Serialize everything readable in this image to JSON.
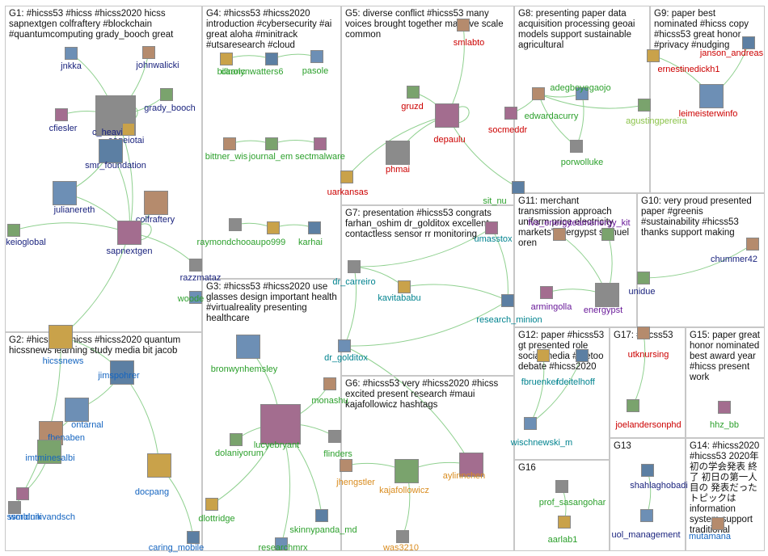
{
  "colors": {
    "green": "#2ca02c",
    "red": "#cc0000",
    "navy": "#1a237e",
    "blue": "#1565c0",
    "purple": "#6a1b9a",
    "olive": "#8bc34a",
    "orange": "#d98c1f",
    "teal": "#00838f",
    "edge": "#8fd08f"
  },
  "groups": [
    {
      "id": "G1",
      "title": "G1: #hicss53 #hicss #hicss2020 hicss sapnextgen colfraftery #blockchain #quantumcomputing grady_booch great"
    },
    {
      "id": "G2",
      "title": "G2: #hicss53 #hicss #hicss2020 quantum hicssnews learning study media bit jacob"
    },
    {
      "id": "G3",
      "title": "G3: #hicss53 #hicss2020 use glasses design important health #virtualreality presenting healthcare"
    },
    {
      "id": "G4",
      "title": "G4: #hicss53 #hicss2020 introduction #cybersecurity #ai great aloha #minitrack #utsaresearch #cloud"
    },
    {
      "id": "G5",
      "title": "G5: diverse conflict #hicss53 many voices brought together massive scale common"
    },
    {
      "id": "G6",
      "title": "G6: #hicss53 very #hicss2020 #hicss excited present research #maui kajafollowicz hashtags"
    },
    {
      "id": "G7",
      "title": "G7: presentation #hicss53 congrats farhan_oshim dr_golditox excellent contactless sensor rr monitoring"
    },
    {
      "id": "G8",
      "title": "G8: presenting paper data acquisition processing geoai models support sustainable agricultural"
    },
    {
      "id": "G9",
      "title": "G9: paper best nominated #hicss copy #hicss53 great honor #privacy #nudging"
    },
    {
      "id": "G10",
      "title": "G10: very proud presented paper #greenis #sustainability #hicss53 thanks support making"
    },
    {
      "id": "G11",
      "title": "G11: merchant transmission approach uniform price electricity markets' energypst shmuel oren"
    },
    {
      "id": "G12",
      "title": "G12: paper #hicss53 gt presented role social media #metoo debate #hicss2020"
    },
    {
      "id": "G13",
      "title": "G13"
    },
    {
      "id": "G14",
      "title": "G14: #hicss2020 #hicss53 2020年 初の学会発表 終了 初日の第一人目の 発表だった トピックは information system support traditional"
    },
    {
      "id": "G15",
      "title": "G15: paper great honor nominated best award year #hicss present work"
    },
    {
      "id": "G16",
      "title": "G16"
    },
    {
      "id": "G17",
      "title": "G17: #hicss53"
    }
  ],
  "nodes": [
    {
      "label": "jnkka",
      "color": "navy",
      "icon": "person-icon"
    },
    {
      "label": "johnwalicki",
      "color": "navy",
      "icon": "person-icon"
    },
    {
      "label": "grady_booch",
      "color": "navy",
      "icon": "person-icon"
    },
    {
      "label": "cfiesler",
      "color": "navy",
      "icon": "person-icon"
    },
    {
      "label": "c_heavin",
      "color": "navy",
      "icon": "person-icon"
    },
    {
      "label": "eageiotai",
      "color": "navy",
      "icon": "logo-icon"
    },
    {
      "label": "smr_foundation",
      "color": "navy",
      "icon": "logo-icon"
    },
    {
      "label": "julianereth",
      "color": "navy",
      "icon": "person-icon"
    },
    {
      "label": "colfraftery",
      "color": "navy",
      "icon": "person-icon"
    },
    {
      "label": "keioglobal",
      "color": "navy",
      "icon": "logo-icon"
    },
    {
      "label": "sapnextgen",
      "color": "navy",
      "icon": "logo-icon"
    },
    {
      "label": "razzmataz",
      "color": "navy",
      "icon": "person-icon"
    },
    {
      "label": "billranc",
      "color": "green",
      "icon": "person-icon"
    },
    {
      "label": "carolynwatters6",
      "color": "green",
      "icon": "person-icon"
    },
    {
      "label": "pasole",
      "color": "green",
      "icon": "person-icon"
    },
    {
      "label": "bittner_wis",
      "color": "green",
      "icon": "person-icon"
    },
    {
      "label": "journal_em",
      "color": "green",
      "icon": "logo-icon"
    },
    {
      "label": "sectmalware",
      "color": "green",
      "icon": "logo-icon"
    },
    {
      "label": "raymondchooau",
      "color": "green",
      "icon": "person-icon"
    },
    {
      "label": "po999",
      "color": "green",
      "icon": "person-icon"
    },
    {
      "label": "karhai",
      "color": "green",
      "icon": "person-icon"
    },
    {
      "label": "woode",
      "color": "green",
      "icon": "person-icon"
    },
    {
      "label": "smlabto",
      "color": "red",
      "icon": "logo-icon"
    },
    {
      "label": "gruzd",
      "color": "red",
      "icon": "person-icon"
    },
    {
      "label": "depaulu",
      "color": "red",
      "icon": "logo-icon"
    },
    {
      "label": "phmai",
      "color": "red",
      "icon": "person-icon"
    },
    {
      "label": "uarkansas",
      "color": "red",
      "icon": "logo-icon"
    },
    {
      "label": "sit_nu",
      "color": "green",
      "icon": "logo-icon"
    },
    {
      "label": "adegboyegaojo",
      "color": "green",
      "icon": "person-icon"
    },
    {
      "label": "edwardacurry",
      "color": "green",
      "icon": "person-icon"
    },
    {
      "label": "agustingpereira",
      "color": "olive",
      "icon": "person-icon"
    },
    {
      "label": "socmeddr",
      "color": "red",
      "icon": "person-icon"
    },
    {
      "label": "porwolluke",
      "color": "green",
      "icon": "person-icon"
    },
    {
      "label": "ernestinedickh1",
      "color": "red",
      "icon": "person-icon"
    },
    {
      "label": "janson_andreas",
      "color": "red",
      "icon": "person-icon"
    },
    {
      "label": "leimeisterwinfo",
      "color": "red",
      "icon": "logo-icon"
    },
    {
      "label": "chummer42",
      "color": "navy",
      "icon": "person-icon"
    },
    {
      "label": "unidue",
      "color": "navy",
      "icon": "logo-icon"
    },
    {
      "label": "umasstox",
      "color": "teal",
      "icon": "logo-icon"
    },
    {
      "label": "dr_carreiro",
      "color": "teal",
      "icon": "person-icon"
    },
    {
      "label": "kavitababu",
      "color": "teal",
      "icon": "person-icon"
    },
    {
      "label": "research_minion",
      "color": "teal",
      "icon": "person-icon"
    },
    {
      "label": "dr_golditox",
      "color": "teal",
      "icon": "person-icon"
    },
    {
      "label": "fvs_energy",
      "color": "purple",
      "icon": "logo-icon"
    },
    {
      "label": "teamenergy_kit",
      "color": "purple",
      "icon": "logo-icon"
    },
    {
      "label": "armingolla",
      "color": "purple",
      "icon": "person-icon"
    },
    {
      "label": "energypst",
      "color": "purple",
      "icon": "person-icon"
    },
    {
      "label": "hicssnews",
      "color": "blue",
      "icon": "logo-icon"
    },
    {
      "label": "jimspohrer",
      "color": "blue",
      "icon": "person-icon"
    },
    {
      "label": "ontarnal",
      "color": "blue",
      "icon": "person-icon"
    },
    {
      "label": "fbenaben",
      "color": "blue",
      "icon": "person-icon"
    },
    {
      "label": "imtminesalbi",
      "color": "blue",
      "icon": "logo-icon"
    },
    {
      "label": "ssmolnik",
      "color": "blue",
      "icon": "person-icon"
    },
    {
      "label": "worldunivandsch",
      "color": "blue",
      "icon": "logo-icon"
    },
    {
      "label": "docpang",
      "color": "blue",
      "icon": "person-icon"
    },
    {
      "label": "caring_mobile",
      "color": "blue",
      "icon": "logo-icon"
    },
    {
      "label": "bronwynhemsley",
      "color": "green",
      "icon": "person-icon"
    },
    {
      "label": "monashu",
      "color": "green",
      "icon": "logo-icon"
    },
    {
      "label": "dolaniyorum",
      "color": "green",
      "icon": "person-icon"
    },
    {
      "label": "lucyebryant",
      "color": "green",
      "icon": "person-icon"
    },
    {
      "label": "flinders",
      "color": "green",
      "icon": "logo-icon"
    },
    {
      "label": "dlottridge",
      "color": "green",
      "icon": "person-icon"
    },
    {
      "label": "skinnypanda_md",
      "color": "green",
      "icon": "person-icon"
    },
    {
      "label": "researchmrx",
      "color": "green",
      "icon": "logo-icon"
    },
    {
      "label": "jhengstler",
      "color": "orange",
      "icon": "person-icon"
    },
    {
      "label": "kajafollowicz",
      "color": "orange",
      "icon": "person-icon"
    },
    {
      "label": "aylinnchen",
      "color": "orange",
      "icon": "person-icon"
    },
    {
      "label": "was3210",
      "color": "orange",
      "icon": "person-icon"
    },
    {
      "label": "fbruenker",
      "color": "teal",
      "icon": "person-icon"
    },
    {
      "label": "fdeitelhoff",
      "color": "teal",
      "icon": "person-icon"
    },
    {
      "label": "wischnewski_m",
      "color": "teal",
      "icon": "person-icon"
    },
    {
      "label": "utknursing",
      "color": "red",
      "icon": "logo-icon"
    },
    {
      "label": "joelandersonphd",
      "color": "red",
      "icon": "person-icon"
    },
    {
      "label": "hhz_bb",
      "color": "green",
      "icon": "logo-icon"
    },
    {
      "label": "prof_sasangohar",
      "color": "green",
      "icon": "person-icon"
    },
    {
      "label": "aarlab1",
      "color": "green",
      "icon": "logo-icon"
    },
    {
      "label": "shahlaghobadi",
      "color": "navy",
      "icon": "person-icon"
    },
    {
      "label": "uol_management",
      "color": "navy",
      "icon": "logo-icon"
    },
    {
      "label": "mutamana",
      "color": "blue",
      "icon": "person-icon"
    }
  ]
}
